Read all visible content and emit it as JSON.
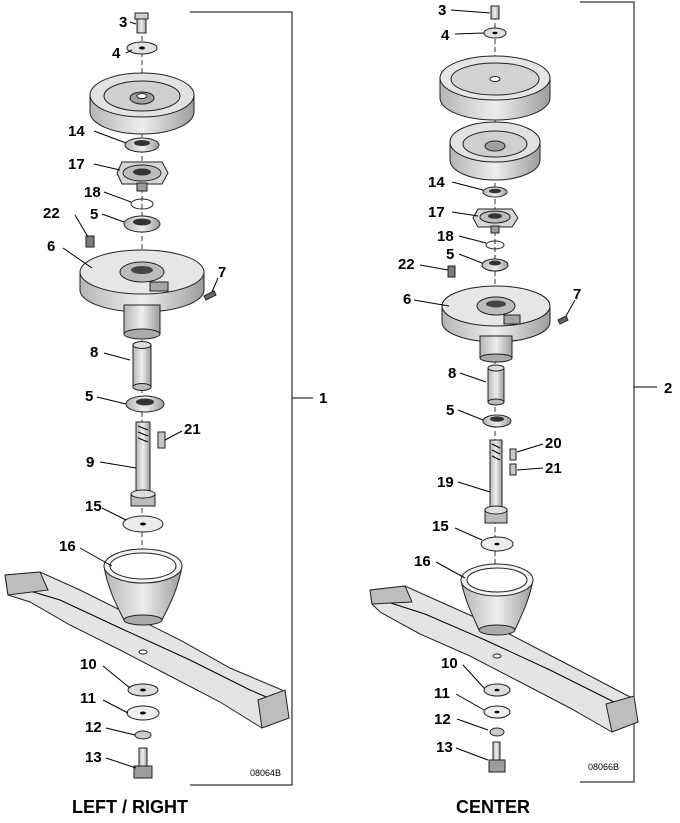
{
  "diagrams": [
    {
      "caption": "LEFT / RIGHT",
      "assembly_number": "1",
      "drawing_code": "08064B",
      "callouts": [
        "3",
        "4",
        "14",
        "17",
        "18",
        "22",
        "5",
        "6",
        "7",
        "8",
        "5",
        "21",
        "9",
        "15",
        "16",
        "10",
        "11",
        "12",
        "13"
      ]
    },
    {
      "caption": "CENTER",
      "assembly_number": "2",
      "drawing_code": "08066B",
      "callouts": [
        "3",
        "4",
        "14",
        "17",
        "18",
        "5",
        "22",
        "6",
        "7",
        "8",
        "5",
        "20",
        "21",
        "19",
        "15",
        "16",
        "10",
        "11",
        "12",
        "13"
      ]
    }
  ],
  "colors": {
    "ink": "#000000",
    "part_fill": "#d8d8d8",
    "shading": "#a8a8a8",
    "background": "#ffffff"
  }
}
